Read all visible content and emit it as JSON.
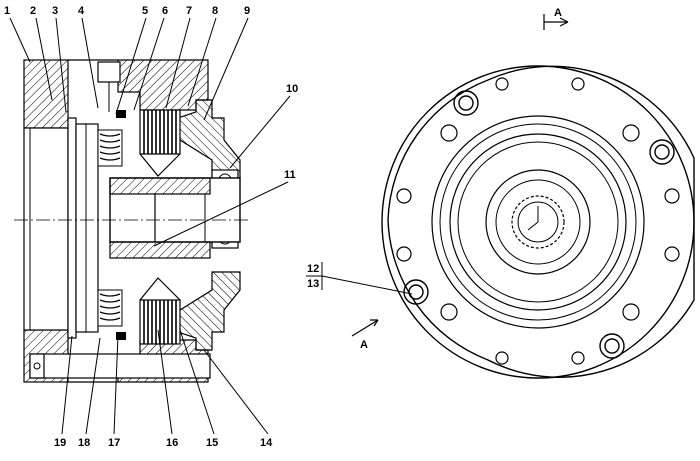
{
  "colors": {
    "ink": "#000000",
    "paper": "#ffffff"
  },
  "top_labels": [
    "1",
    "2",
    "3",
    "4",
    "5",
    "6",
    "7",
    "8",
    "9"
  ],
  "right_labels": [
    "10",
    "11"
  ],
  "bottom_labels": [
    "19",
    "18",
    "17",
    "16",
    "15",
    "14"
  ],
  "left_view_labels": {
    "upper": "12",
    "lower": "13"
  },
  "section_markers": {
    "top": "A",
    "bottom": "A"
  }
}
